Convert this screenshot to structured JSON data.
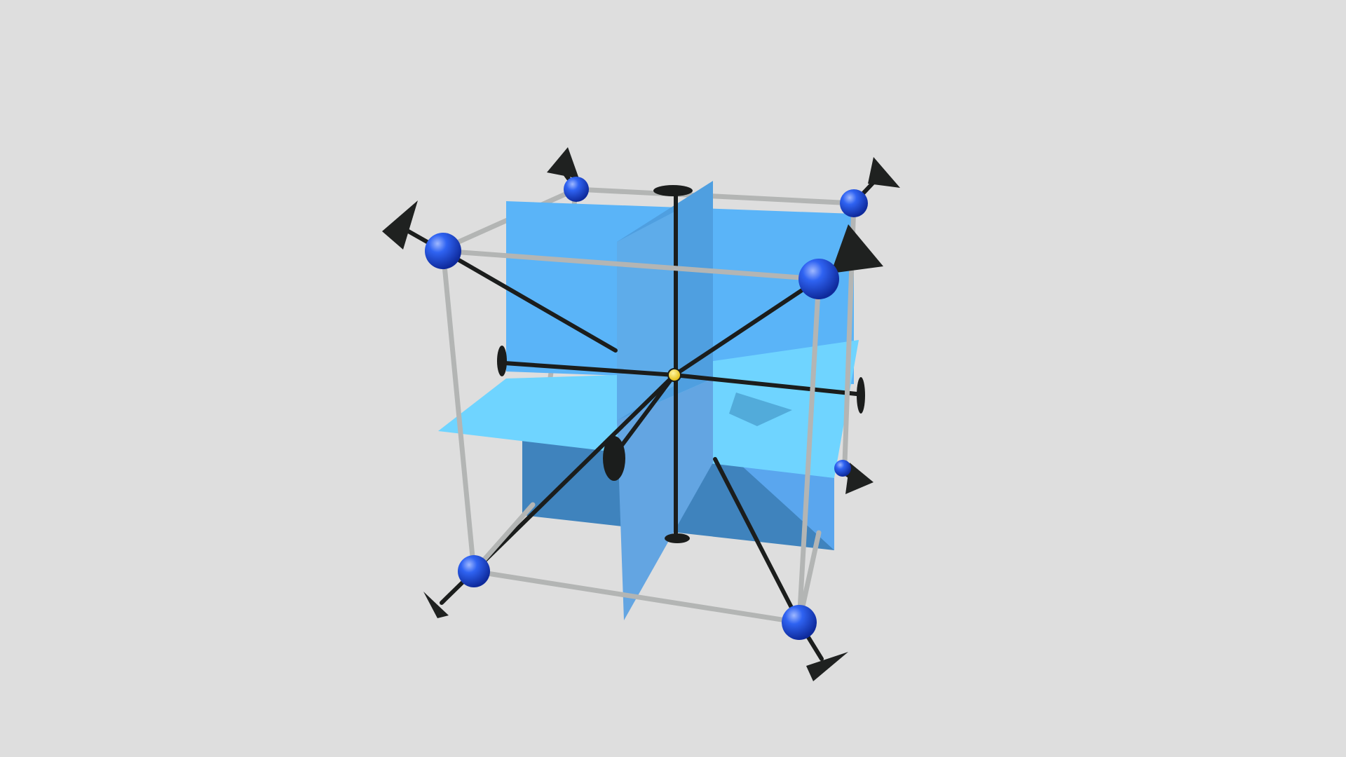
{
  "viewer": {
    "background_color": "#dedede"
  },
  "model": {
    "symmetry_elements": {
      "fourfold_axis_count": 3,
      "threefold_axis_count": 4,
      "mirror_plane_count": 3,
      "inversion_center_count": 1
    },
    "colors": {
      "plane_upper": "#5ab4f8",
      "plane_lower": "#3f83bd",
      "plane_horizontal": "#6fd4ff",
      "plane_vertical": "#63a5e2",
      "edge": "#b3b5b4",
      "atom": "#1f4fe6",
      "axis": "#1b1d1c",
      "center": "#ffd400"
    },
    "icons": {
      "fourfold": "black-square-axis-marker-icon",
      "threefold": "black-triangle-axis-marker-icon",
      "inversion": "yellow-sphere-icon"
    }
  }
}
